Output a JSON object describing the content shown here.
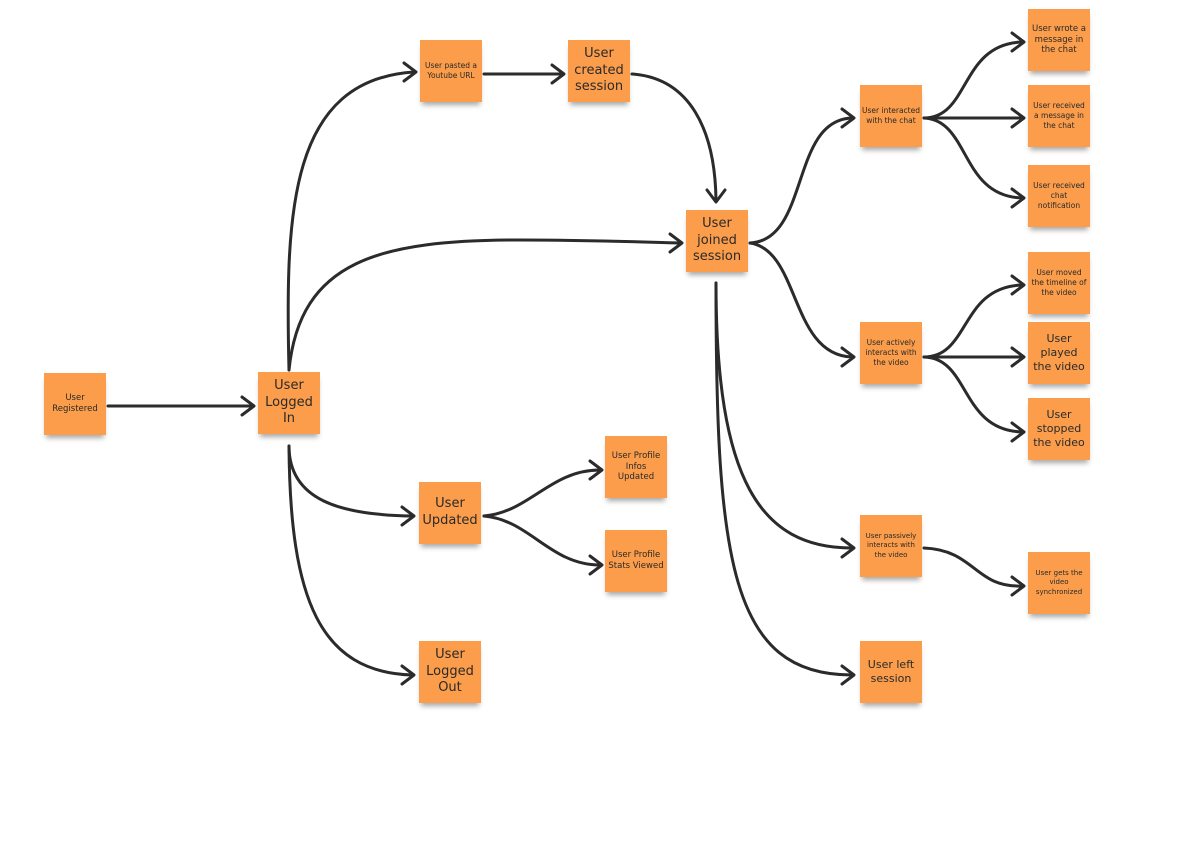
{
  "diagram": {
    "notes": {
      "user_registered": "User Registered",
      "user_logged_in": "User Logged In",
      "user_pasted_url": "User pasted a Youtube URL",
      "user_created_session": "User created session",
      "user_joined_session": "User joined session",
      "user_updated": "User Updated",
      "user_profile_infos_updated": "User Profile Infos Updated",
      "user_profile_stats_viewed": "User Profile Stats Viewed",
      "user_logged_out": "User Logged Out",
      "user_interacted_chat": "User interacted with the chat",
      "user_wrote_message": "User wrote a message in the chat",
      "user_received_message": "User received a message  in the chat",
      "user_received_notification": "User received chat notification",
      "user_actively_interacts": "User actively interacts with the video",
      "user_moved_timeline": "User moved the timeline of the video",
      "user_played_video": "User played the video",
      "user_stopped_video": "User stopped the video",
      "user_passively_interacts": "User passively interacts with the video",
      "user_gets_synchronized": "User gets the video synchronized",
      "user_left_session": "User left session"
    },
    "colors": {
      "sticky_note": "#fb9d4b",
      "arrow": "#2b2b2b",
      "background": "#ffffff"
    }
  }
}
